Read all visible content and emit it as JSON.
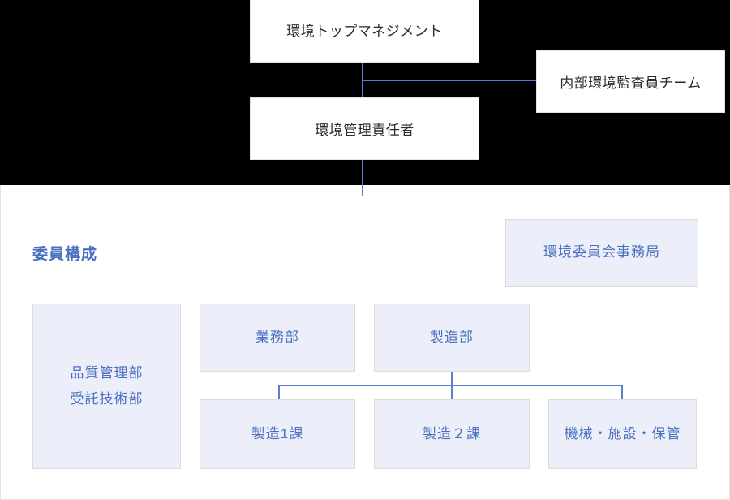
{
  "diagram": {
    "title_text": "",
    "colors": {
      "dark_background": "#000000",
      "panel_background": "#ffffff",
      "box_fill_light": "#eceff9",
      "box_border": "#dcdcd4",
      "connector": "#5b7fcc",
      "accent_text": "#4a6fc0",
      "dark_text": "#2b2b2b"
    }
  },
  "top_section": {
    "boxes": [
      {
        "id": "top-management",
        "label": "環境トップマネジメント"
      },
      {
        "id": "audit-team",
        "label": "内部環境監査員チーム"
      },
      {
        "id": "management-rep",
        "label": "環境管理責任者"
      }
    ]
  },
  "bottom_section": {
    "heading": "委員構成",
    "secretariat": {
      "label": "環境委員会事務局"
    },
    "departments": [
      {
        "id": "quality-contract",
        "line1": "品質管理部",
        "line2": "受託技術部"
      },
      {
        "id": "business",
        "label": "業務部"
      },
      {
        "id": "manufacturing",
        "label": "製造部"
      }
    ],
    "sections": [
      {
        "id": "mfg-sec-1",
        "label": "製造1課"
      },
      {
        "id": "mfg-sec-2",
        "label": "製造２課"
      },
      {
        "id": "machine-facility",
        "label": "機械・施設・保管"
      }
    ]
  }
}
